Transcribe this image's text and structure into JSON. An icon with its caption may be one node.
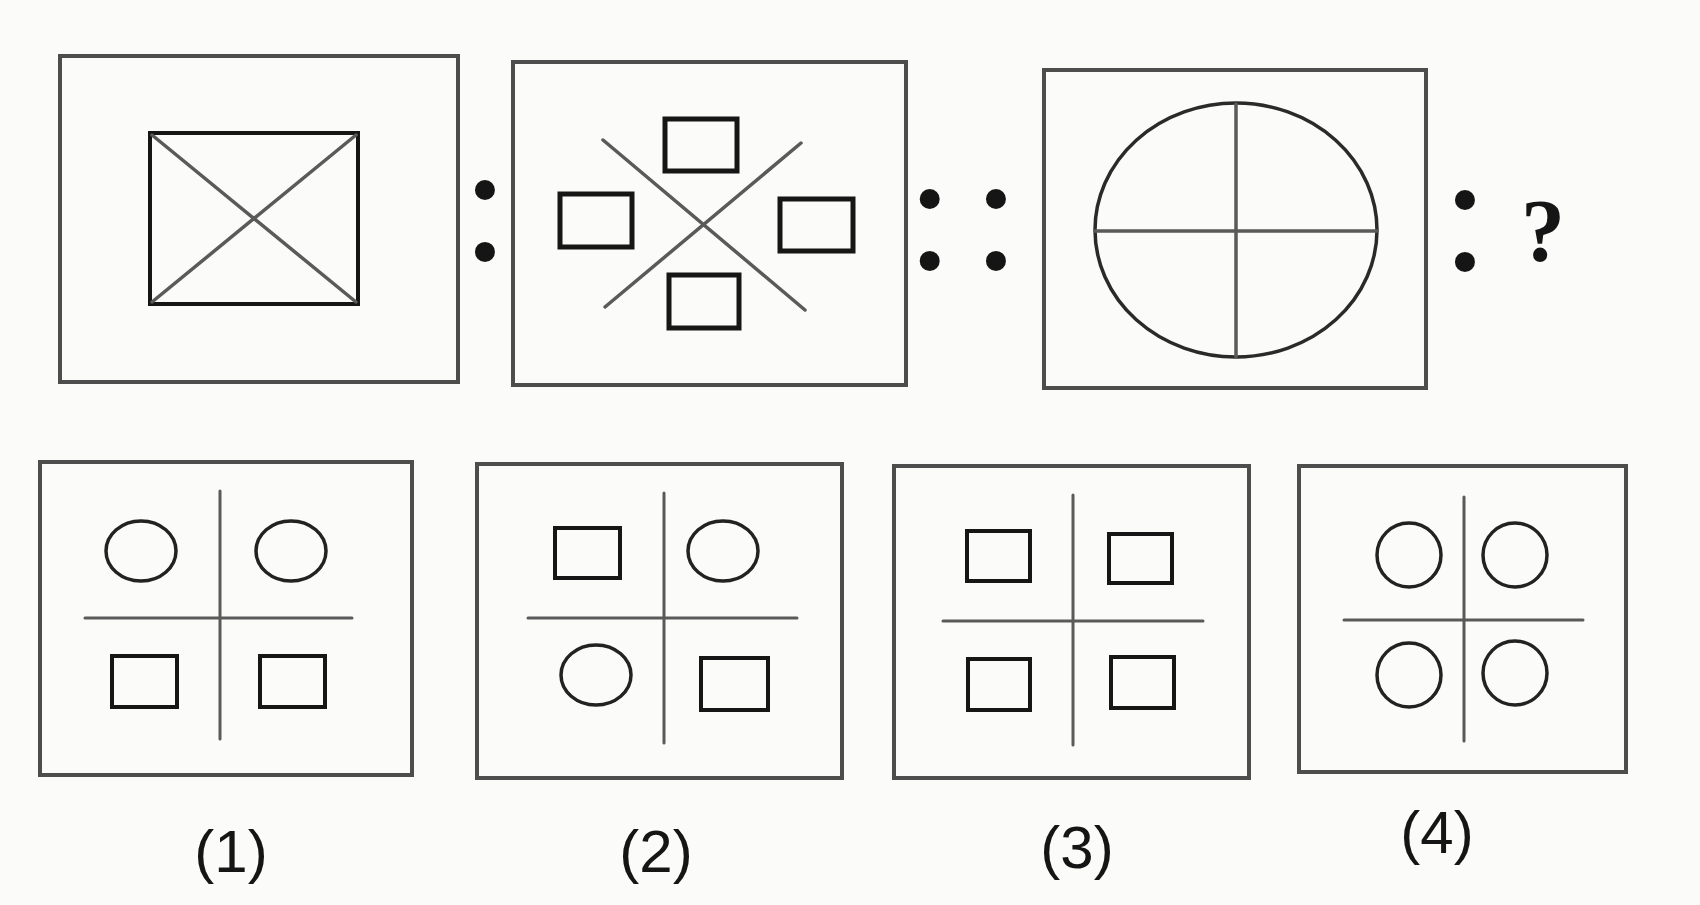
{
  "diagram": {
    "labels": [
      ":",
      "::",
      ":",
      "?",
      "(1)",
      "(2)",
      "(3)",
      "(4)"
    ]
  }
}
